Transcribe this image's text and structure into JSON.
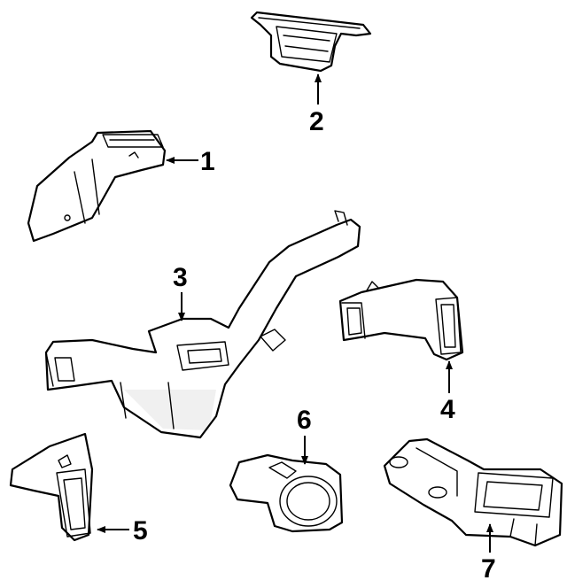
{
  "callouts": [
    {
      "number": "1"
    },
    {
      "number": "2"
    },
    {
      "number": "3"
    },
    {
      "number": "4"
    },
    {
      "number": "5"
    },
    {
      "number": "6"
    },
    {
      "number": "7"
    }
  ],
  "colors": {
    "line": "#000000",
    "background": "#ffffff"
  }
}
